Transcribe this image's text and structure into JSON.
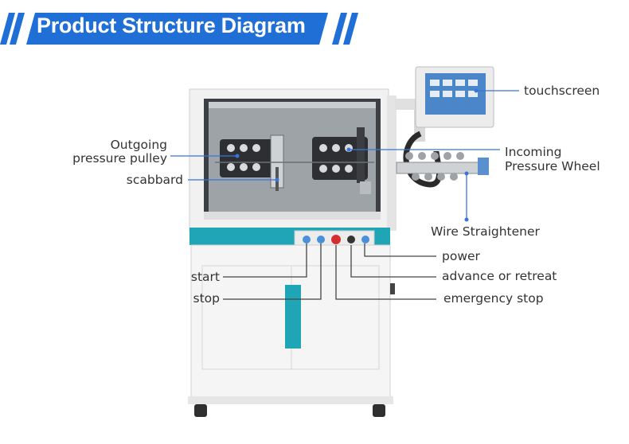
{
  "header": {
    "title": "Product Structure Diagram"
  },
  "labels": {
    "touchscreen": "touchscreen",
    "outgoing_line1": "Outgoing",
    "outgoing_line2": "pressure pulley",
    "scabbard": "scabbard",
    "incoming_line1": "Incoming",
    "incoming_line2": "Pressure Wheel",
    "wire_straightener": "Wire Straightener",
    "power": "power",
    "start": "start",
    "advance_retreat": "advance or retreat",
    "stop": "stop",
    "emergency_stop": "emergency stop"
  },
  "colors": {
    "banner": "#1f6fd6",
    "accent_teal": "#20a3b3",
    "leader_blue": "#3a74d8",
    "leader_dark": "#444444"
  }
}
